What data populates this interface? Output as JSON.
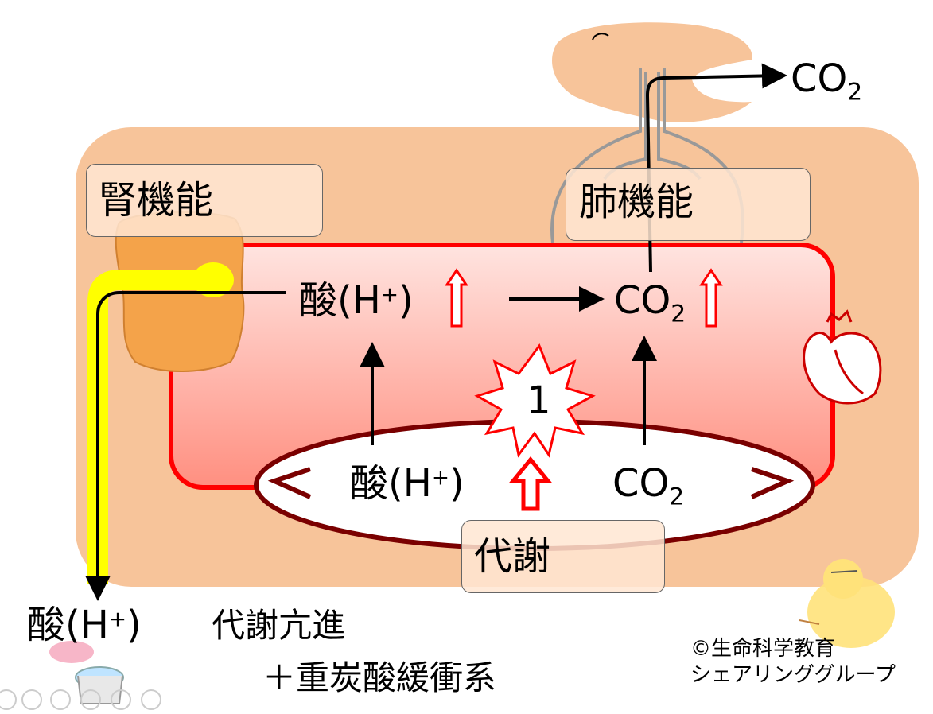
{
  "colors": {
    "body_fill": "#f7c49a",
    "vessel_stroke": "#ff0000",
    "vessel_fill_top": "#ffe4e0",
    "vessel_fill_bottom": "#ff8f80",
    "cell_stroke": "#7a0000",
    "kidney": "#f4a34a",
    "urine_path": "#ffff00",
    "lung_fill": "#f7c49a"
  },
  "labels": {
    "kidney_function": "腎機能",
    "lung_function": "肺機能",
    "metabolism": "代謝",
    "co2_exhaled_main": "CO",
    "co2_exhaled_sub": "2",
    "acid_blood_main": "酸(H",
    "acid_blood_sup": "+",
    "acid_blood_close": ")",
    "co2_blood_main": "CO",
    "co2_blood_sub": "2",
    "acid_cell_main": "酸(H",
    "acid_cell_sup": "+",
    "acid_cell_close": ")",
    "co2_cell_main": "CO",
    "co2_cell_sub": "2",
    "star_number": "1",
    "acid_urine_main": "酸(H",
    "acid_urine_sup": "+",
    "acid_urine_close": ")",
    "metabolism_increase": "代謝亢進",
    "bicarbonate_buffer": "＋重炭酸緩衝系",
    "copyright_line1": "©生命科学教育",
    "copyright_line2": "シェアリンググループ"
  },
  "icons": {
    "heart": "heart-icon",
    "chick": "chick-icon",
    "toilet": "toilet-icon",
    "lungs": "lungs-icon",
    "head": "head-icon",
    "kidney": "kidney-icon",
    "increase_arrow": "up-arrow-outline-icon",
    "star_burst": "starburst-icon"
  }
}
